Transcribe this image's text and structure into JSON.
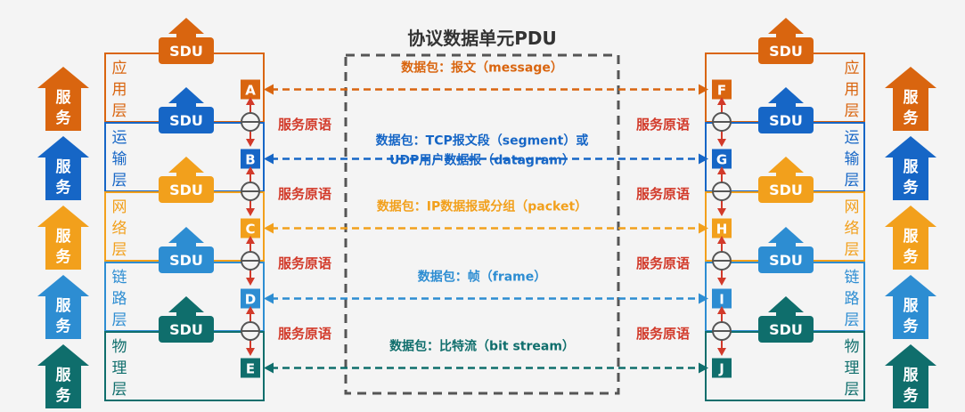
{
  "title": "协议数据单元PDU",
  "sdu_label": "SDU",
  "service_label": "服务",
  "primitive_label": "服务原语",
  "colors": {
    "app": "#d9650f",
    "transport": "#1666c6",
    "network": "#f2a01c",
    "link": "#2d8dd2",
    "physical": "#0f6e6c",
    "arrow_red": "#d23a2a",
    "node_gray": "#555555",
    "dashed_box": "#555555"
  },
  "layers": [
    {
      "key": "app",
      "name": "应用层",
      "left_node": "A",
      "right_node": "F",
      "packet": [
        "数据包：报文（message）"
      ]
    },
    {
      "key": "transport",
      "name": "运输层",
      "left_node": "B",
      "right_node": "G",
      "packet": [
        "数据包：TCP报文段（segment）或",
        "UDP用户数据报（datagram）"
      ]
    },
    {
      "key": "network",
      "name": "网络层",
      "left_node": "C",
      "right_node": "H",
      "packet": [
        "数据包：IP数据报或分组（packet）"
      ]
    },
    {
      "key": "link",
      "name": "链路层",
      "left_node": "D",
      "right_node": "I",
      "packet": [
        "数据包：帧（frame）"
      ]
    },
    {
      "key": "physical",
      "name": "物理层",
      "left_node": "E",
      "right_node": "J",
      "packet": [
        "数据包：比特流（bit stream）"
      ]
    }
  ]
}
